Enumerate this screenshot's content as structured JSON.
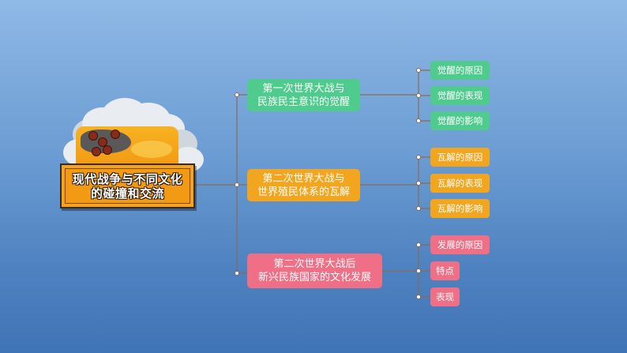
{
  "colors": {
    "green": "#4ecb8d",
    "orange": "#f2a61f",
    "pink": "#ee6f86",
    "connector": "#8a6a55",
    "title_fill": "#f7a21b"
  },
  "title": {
    "line1": "现代战争与不同文化",
    "line2": "的碰撞和交流"
  },
  "branches": [
    {
      "line1": "第一次世界大战与",
      "line2": "民族民主意识的觉醒",
      "color": "green",
      "leaves": [
        "觉醒的原因",
        "觉醒的表现",
        "觉醒的影响"
      ]
    },
    {
      "line1": "第二次世界大战与",
      "line2": "世界殖民体系的瓦解",
      "color": "orange",
      "leaves": [
        "瓦解的原因",
        "瓦解的表现",
        "瓦解的影响"
      ]
    },
    {
      "line1": "第二次世界大战后",
      "line2": "新兴民族国家的文化发展",
      "color": "pink",
      "leaves": [
        "发展的原因",
        "特点",
        "表现"
      ]
    }
  ]
}
